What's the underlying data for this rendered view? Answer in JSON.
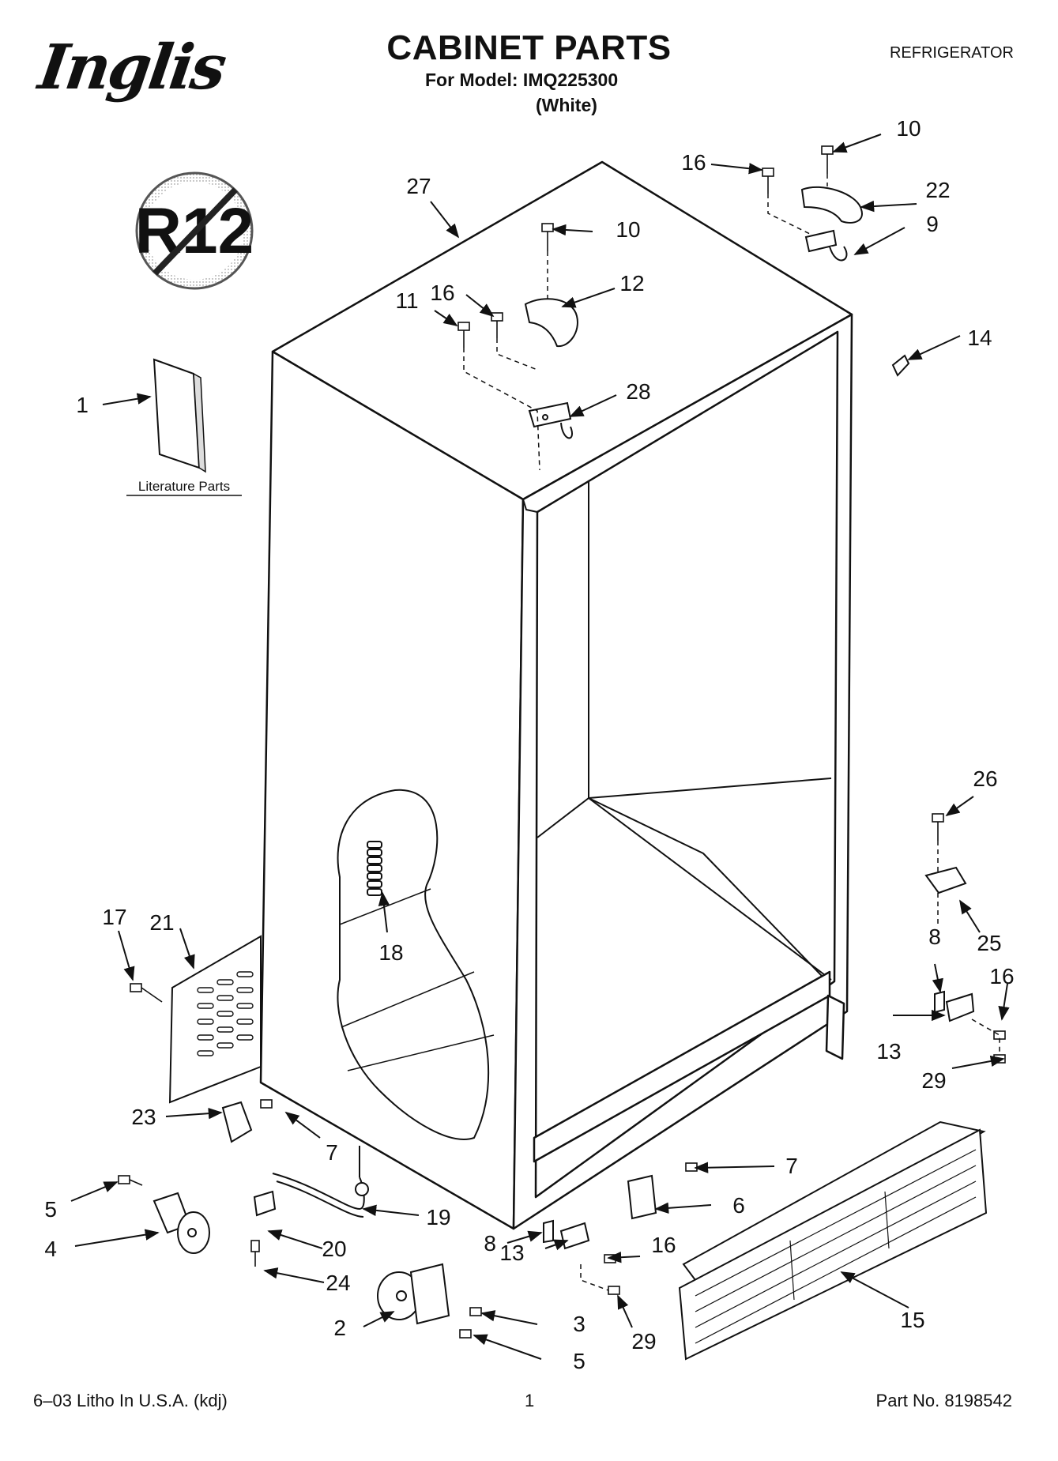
{
  "header": {
    "brand": "Inglis",
    "title": "CABINET PARTS",
    "model_line": "For Model: IMQ225300",
    "color_line": "(White)",
    "appliance_type": "REFRIGERATOR"
  },
  "badge": {
    "text": "R12"
  },
  "literature": {
    "label": "Literature Parts"
  },
  "callouts": [
    {
      "id": "c1",
      "text": "1"
    },
    {
      "id": "c2",
      "text": "2"
    },
    {
      "id": "c3",
      "text": "3"
    },
    {
      "id": "c4",
      "text": "4"
    },
    {
      "id": "c5a",
      "text": "5"
    },
    {
      "id": "c5b",
      "text": "5"
    },
    {
      "id": "c6",
      "text": "6"
    },
    {
      "id": "c7a",
      "text": "7"
    },
    {
      "id": "c7b",
      "text": "7"
    },
    {
      "id": "c8a",
      "text": "8"
    },
    {
      "id": "c8b",
      "text": "8"
    },
    {
      "id": "c9",
      "text": "9"
    },
    {
      "id": "c10a",
      "text": "10"
    },
    {
      "id": "c10b",
      "text": "10"
    },
    {
      "id": "c11",
      "text": "11"
    },
    {
      "id": "c12",
      "text": "12"
    },
    {
      "id": "c13a",
      "text": "13"
    },
    {
      "id": "c13b",
      "text": "13"
    },
    {
      "id": "c14",
      "text": "14"
    },
    {
      "id": "c15",
      "text": "15"
    },
    {
      "id": "c16a",
      "text": "16"
    },
    {
      "id": "c16b",
      "text": "16"
    },
    {
      "id": "c16c",
      "text": "16"
    },
    {
      "id": "c16d",
      "text": "16"
    },
    {
      "id": "c17",
      "text": "17"
    },
    {
      "id": "c18",
      "text": "18"
    },
    {
      "id": "c19",
      "text": "19"
    },
    {
      "id": "c20",
      "text": "20"
    },
    {
      "id": "c21",
      "text": "21"
    },
    {
      "id": "c22",
      "text": "22"
    },
    {
      "id": "c23",
      "text": "23"
    },
    {
      "id": "c24",
      "text": "24"
    },
    {
      "id": "c25",
      "text": "25"
    },
    {
      "id": "c26",
      "text": "26"
    },
    {
      "id": "c27",
      "text": "27"
    },
    {
      "id": "c28",
      "text": "28"
    },
    {
      "id": "c29a",
      "text": "29"
    },
    {
      "id": "c29b",
      "text": "29"
    }
  ],
  "footer": {
    "litho": "6–03 Litho In U.S.A. (kdj)",
    "page": "1",
    "part_no": "Part No. 8198542"
  }
}
